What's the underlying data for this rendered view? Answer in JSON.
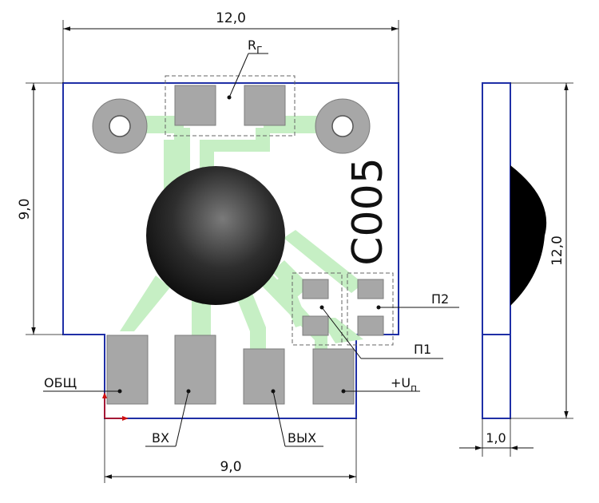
{
  "dimensions": {
    "top_width": "12,0",
    "left_height": "9,0",
    "bottom_width": "9,0",
    "side_height": "12,0",
    "side_thickness": "1,0"
  },
  "labels": {
    "rg_main": "R",
    "rg_sub": "Г",
    "chip_marking": "C005",
    "p1": "П1",
    "p2": "П2",
    "common": "ОБЩ",
    "input": "ВХ",
    "output": "ВЫХ",
    "supply_main": "+U",
    "supply_sub": "п"
  },
  "colors": {
    "board_outline": "#1f2fa6",
    "trace": "#c6efc4",
    "pad": "#a7a7a7",
    "component": "#1a1a1a",
    "axis_x": "#d01010",
    "axis_y": "#d01010"
  }
}
